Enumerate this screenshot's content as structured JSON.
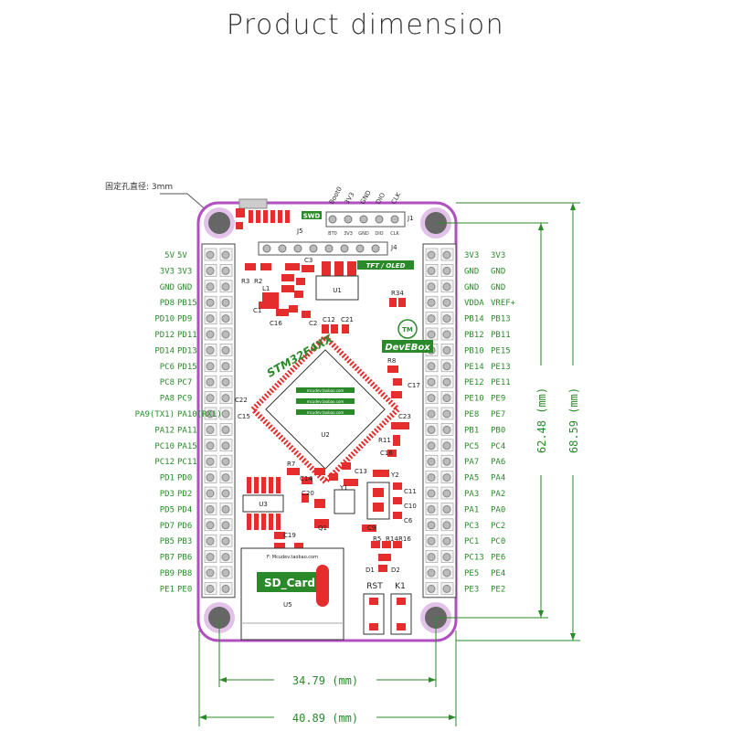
{
  "title": "Product dimension",
  "mount_hole_note": "固定孔直径: 3mm",
  "board": {
    "chip_label": "STM32F4XX",
    "brand_label": "DevEBox",
    "tft_label": "TFT / OLED",
    "sd_label": "SD_Card",
    "swd_label": "SWD",
    "u2_label": "U2",
    "u1_label": "U1",
    "u3_label": "U3",
    "u5_label": "U5",
    "rst_label": "RST",
    "k1_label": "K1",
    "j1_label": "J1",
    "j4_label": "J4",
    "j5_label": "J5",
    "tm_label": "TM",
    "swd_top_pins": [
      "Boot0",
      "3V3",
      "GND",
      "DIO",
      "CLK"
    ],
    "swd_bottom_pins": [
      "BT0",
      "3V3",
      "GND",
      "DIO",
      "CLK"
    ],
    "shop_line": "mcudev.taobao.com",
    "sd_shop_line": "F: Mcudev.taobao.com",
    "component_labels": [
      "R3",
      "R2",
      "C3",
      "L1",
      "C1",
      "C16",
      "C2",
      "C12",
      "C21",
      "R34",
      "R8",
      "C17",
      "C22",
      "C15",
      "C23",
      "R11",
      "C16",
      "R7",
      "C14",
      "C20",
      "C13",
      "Y1",
      "Y2",
      "C11",
      "C10",
      "C6",
      "C9",
      "C19",
      "Q1",
      "R5",
      "R14",
      "R16",
      "D1",
      "D2"
    ]
  },
  "left_pins": [
    [
      "5V",
      "5V"
    ],
    [
      "3V3",
      "3V3"
    ],
    [
      "GND",
      "GND"
    ],
    [
      "PD8",
      "PB15"
    ],
    [
      "PD10",
      "PD9"
    ],
    [
      "PD12",
      "PD11"
    ],
    [
      "PD14",
      "PD13"
    ],
    [
      "PC6",
      "PD15"
    ],
    [
      "PC8",
      "PC7"
    ],
    [
      "PA8",
      "PC9"
    ],
    [
      "PA9(TX1)",
      "PA10(RX1)"
    ],
    [
      "PA12",
      "PA11"
    ],
    [
      "PC10",
      "PA15"
    ],
    [
      "PC12",
      "PC11"
    ],
    [
      "PD1",
      "PD0"
    ],
    [
      "PD3",
      "PD2"
    ],
    [
      "PD5",
      "PD4"
    ],
    [
      "PD7",
      "PD6"
    ],
    [
      "PB5",
      "PB3"
    ],
    [
      "PB7",
      "PB6"
    ],
    [
      "PB9",
      "PB8"
    ],
    [
      "PE1",
      "PE0"
    ]
  ],
  "right_pins": [
    [
      "3V3",
      "3V3"
    ],
    [
      "GND",
      "GND"
    ],
    [
      "GND",
      "GND"
    ],
    [
      "VDDA",
      "VREF+"
    ],
    [
      "PB14",
      "PB13"
    ],
    [
      "PB12",
      "PB11"
    ],
    [
      "PB10",
      "PE15"
    ],
    [
      "PE14",
      "PE13"
    ],
    [
      "PE12",
      "PE11"
    ],
    [
      "PE10",
      "PE9"
    ],
    [
      "PE8",
      "PE7"
    ],
    [
      "PB1",
      "PB0"
    ],
    [
      "PC5",
      "PC4"
    ],
    [
      "PA7",
      "PA6"
    ],
    [
      "PA5",
      "PA4"
    ],
    [
      "PA3",
      "PA2"
    ],
    [
      "PA1",
      "PA0"
    ],
    [
      "PC3",
      "PC2"
    ],
    [
      "PC1",
      "PC0"
    ],
    [
      "PC13",
      "PE6"
    ],
    [
      "PE5",
      "PE4"
    ],
    [
      "PE3",
      "PE2"
    ]
  ],
  "dimensions": {
    "inner_width": "34.79 (mm)",
    "outer_width": "40.89 (mm)",
    "inner_height": "62.48 (mm)",
    "outer_height": "68.59 (mm)"
  },
  "colors": {
    "board_outline": "#b04fc0",
    "dimension_line": "#2a8a2a",
    "component_red": "#e52d2d",
    "mount_hole": "#666666"
  }
}
